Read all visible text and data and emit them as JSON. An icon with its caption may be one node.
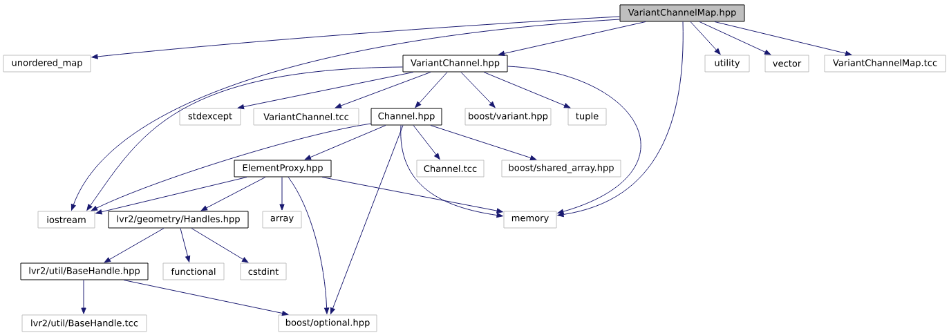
{
  "diagram": {
    "nodes": [
      {
        "text": [
          "VariantChannelMap.hpp"
        ]
      },
      {
        "text": [
          "unordered_map"
        ]
      },
      {
        "text": [
          "VariantChannel.hpp"
        ]
      },
      {
        "text": [
          "utility"
        ]
      },
      {
        "text": [
          "vector"
        ]
      },
      {
        "text": [
          "VariantChannelMap.tcc"
        ]
      },
      {
        "text": [
          "stdexcept"
        ]
      },
      {
        "text": [
          "VariantChannel.tcc"
        ]
      },
      {
        "text": [
          "Channel.hpp"
        ]
      },
      {
        "text": [
          "boost/variant.hpp"
        ]
      },
      {
        "text": [
          "tuple"
        ]
      },
      {
        "text": [
          "ElementProxy.hpp"
        ]
      },
      {
        "text": [
          "Channel.tcc"
        ]
      },
      {
        "text": [
          "boost/shared_array.hpp"
        ]
      },
      {
        "text": [
          "iostream"
        ]
      },
      {
        "text": [
          "lvr2/geometry/Handles.hpp"
        ]
      },
      {
        "text": [
          "array"
        ]
      },
      {
        "text": [
          "memory"
        ]
      },
      {
        "text": [
          "lvr2/util/BaseHandle.hpp"
        ]
      },
      {
        "text": [
          "functional"
        ]
      },
      {
        "text": [
          "cstdint"
        ]
      },
      {
        "text": [
          "lvr2/util/BaseHandle.tcc"
        ]
      },
      {
        "text": [
          "boost/optional.hpp"
        ]
      }
    ],
    "edges": [
      {
        "from": 0,
        "to": 1,
        "arrow": "to"
      },
      {
        "from": 0,
        "to": 14,
        "arrow": "to"
      },
      {
        "from": 0,
        "to": 2,
        "arrow": "to"
      },
      {
        "from": 0,
        "to": 17,
        "arrow": "to"
      },
      {
        "from": 0,
        "to": 3,
        "arrow": "to"
      },
      {
        "from": 0,
        "to": 4,
        "arrow": "to"
      },
      {
        "from": 0,
        "to": 5,
        "arrow": "to"
      },
      {
        "from": 2,
        "to": 14,
        "arrow": "to"
      },
      {
        "from": 2,
        "to": 6,
        "arrow": "to"
      },
      {
        "from": 2,
        "to": 7,
        "arrow": "to"
      },
      {
        "from": 2,
        "to": 8,
        "arrow": "to"
      },
      {
        "from": 2,
        "to": 9,
        "arrow": "to"
      },
      {
        "from": 2,
        "to": 10,
        "arrow": "to"
      },
      {
        "from": 2,
        "to": 17,
        "arrow": "to"
      },
      {
        "from": 8,
        "to": 14,
        "arrow": "to"
      },
      {
        "from": 8,
        "to": 11,
        "arrow": "to"
      },
      {
        "from": 8,
        "to": 22,
        "arrow": "to"
      },
      {
        "from": 8,
        "to": 17,
        "arrow": "to"
      },
      {
        "from": 8,
        "to": 12,
        "arrow": "to"
      },
      {
        "from": 8,
        "to": 13,
        "arrow": "to"
      },
      {
        "from": 11,
        "to": 14,
        "arrow": "to"
      },
      {
        "from": 11,
        "to": 15,
        "arrow": "to"
      },
      {
        "from": 11,
        "to": 16,
        "arrow": "to"
      },
      {
        "from": 11,
        "to": 22,
        "arrow": "to"
      },
      {
        "from": 11,
        "to": 17,
        "arrow": "to"
      },
      {
        "from": 15,
        "to": 18,
        "arrow": "to"
      },
      {
        "from": 15,
        "to": 19,
        "arrow": "to"
      },
      {
        "from": 15,
        "to": 20,
        "arrow": "to"
      },
      {
        "from": 18,
        "to": 21,
        "arrow": "to"
      },
      {
        "from": 18,
        "to": 22,
        "arrow": "to"
      }
    ]
  }
}
